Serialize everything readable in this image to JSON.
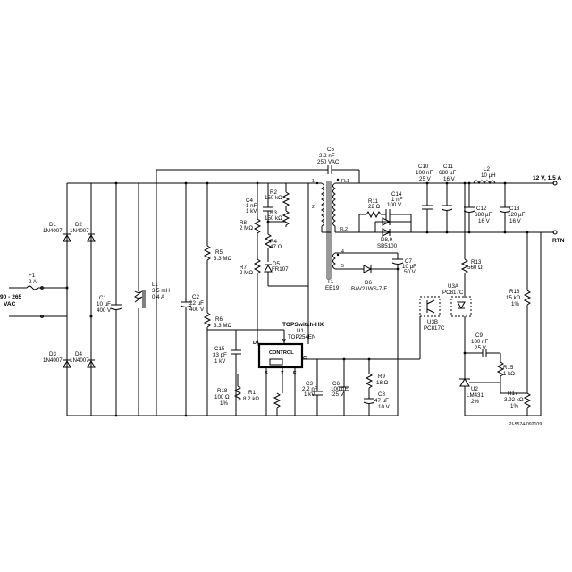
{
  "diagram": {
    "input": {
      "voltage": "90 - 265",
      "unit": "VAC"
    },
    "output": {
      "voltage": "12 V, 1.5 A",
      "return": "RTN"
    },
    "figure_id": "PI-5574-092109",
    "controller": {
      "family": "TOPSwitch-HX",
      "ref": "U1",
      "part": "TOP254EN",
      "block": "CONTROL",
      "pins": {
        "d": "D",
        "v": "V",
        "c": "C",
        "s": "S",
        "x": "X",
        "f": "F"
      }
    },
    "transformer": {
      "ref": "T1",
      "part": "EE19",
      "pins": {
        "p1": "1",
        "p2": "2",
        "p4": "4",
        "p5": "5",
        "fl1": "FL1",
        "fl2": "FL2"
      }
    },
    "parts": {
      "f1": {
        "ref": "F1",
        "value": "2 A"
      },
      "d1": {
        "ref": "D1",
        "value": "1N4007"
      },
      "d2": {
        "ref": "D2",
        "value": "1N4007"
      },
      "d3": {
        "ref": "D3",
        "value": "1N4007"
      },
      "d4": {
        "ref": "D4",
        "value": "1N4007"
      },
      "c1": {
        "ref": "C1",
        "v1": "10 µF",
        "v2": "400 V"
      },
      "l1": {
        "ref": "L1",
        "v1": "3.5 mH",
        "v2": "0.4 A"
      },
      "c2": {
        "ref": "C2",
        "v1": "22 µF",
        "v2": "400 V"
      },
      "r5": {
        "ref": "R5",
        "value": "3.3 MΩ"
      },
      "r6": {
        "ref": "R6",
        "value": "3.3 MΩ"
      },
      "r8": {
        "ref": "R8",
        "value": "2 MΩ"
      },
      "r7": {
        "ref": "R7",
        "value": "2 MΩ"
      },
      "c4": {
        "ref": "C4",
        "v1": "1 nF",
        "v2": "1 kV"
      },
      "r2": {
        "ref": "R2",
        "value": "150 kΩ"
      },
      "r3": {
        "ref": "R3",
        "value": "150 kΩ"
      },
      "r4": {
        "ref": "R4",
        "value": "47 Ω"
      },
      "d5": {
        "ref": "D5",
        "value": "FR107"
      },
      "c5": {
        "ref": "C5",
        "v1": "2.2 nF",
        "v2": "250 VAC"
      },
      "c15": {
        "ref": "C15",
        "v1": "33 pF",
        "v2": "1 kV"
      },
      "r18": {
        "ref": "R18",
        "v1": "100 Ω",
        "v2": "1%"
      },
      "r1": {
        "ref": "R1",
        "value": "8.2 kΩ"
      },
      "c3": {
        "ref": "C3",
        "v1": "2.2 nF",
        "v2": "1 kV"
      },
      "c6": {
        "ref": "C6",
        "v1": "100 nF",
        "v2": "25 V"
      },
      "r9": {
        "ref": "R9",
        "value": "18 Ω"
      },
      "c8": {
        "ref": "C8",
        "v1": "47 µF",
        "v2": "10 V"
      },
      "c7": {
        "ref": "C7",
        "v1": "10 µF",
        "v2": "50 V"
      },
      "d6": {
        "ref": "D6",
        "value": "BAV21WS-7-F"
      },
      "r11": {
        "ref": "R11",
        "value": "22 Ω"
      },
      "c14": {
        "ref": "C14",
        "v1": "1 nF",
        "v2": "100 V"
      },
      "d89": {
        "ref": "D8,9",
        "value": "SB5100"
      },
      "c10": {
        "ref": "C10",
        "v1": "100 nF",
        "v2": "25 V"
      },
      "c11": {
        "ref": "C11",
        "v1": "680 µF",
        "v2": "16 V"
      },
      "l2": {
        "ref": "L2",
        "value": "10 µH"
      },
      "c12": {
        "ref": "C12",
        "v1": "680 µF",
        "v2": "16 V"
      },
      "c13": {
        "ref": "C13",
        "v1": "120 µF",
        "v2": "16 V"
      },
      "r13": {
        "ref": "R13",
        "value": "560 Ω"
      },
      "u3a": {
        "ref": "U3A",
        "value": "PC817C"
      },
      "u3b": {
        "ref": "U3B",
        "value": "PC817C"
      },
      "r16": {
        "ref": "R16",
        "v1": "15 kΩ",
        "v2": "1%"
      },
      "c9": {
        "ref": "C9",
        "v1": "100 nF",
        "v2": "25 V"
      },
      "r15": {
        "ref": "R15",
        "value": "1 kΩ"
      },
      "u2": {
        "ref": "U2",
        "value": "LM431",
        "tol": "2%"
      },
      "r17": {
        "ref": "R17",
        "v1": "3.92 kΩ",
        "v2": "1%"
      }
    }
  }
}
